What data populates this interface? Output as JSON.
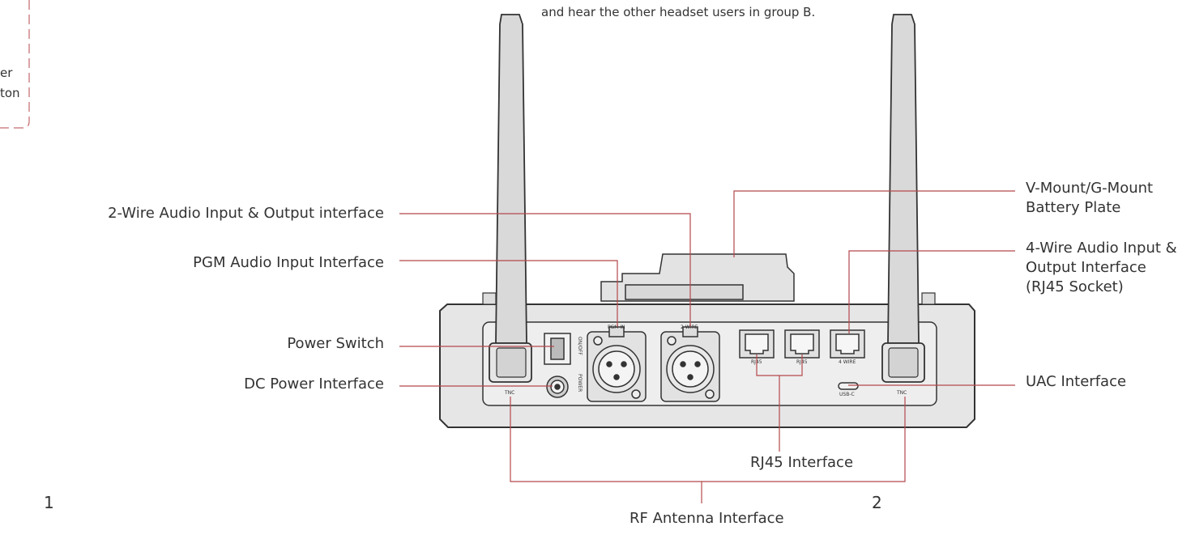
{
  "header": {
    "caption_line": "and hear the other headset users in group B.",
    "left_fragment_1": "er",
    "left_fragment_2": "ton"
  },
  "callouts": {
    "two_wire": "2-Wire Audio Input & Output interface",
    "pgm": "PGM Audio Input Interface",
    "power_switch": "Power Switch",
    "dc_power": "DC Power Interface",
    "battery_plate_1": "V-Mount/G-Mount",
    "battery_plate_2": "Battery Plate",
    "four_wire_1": "4-Wire Audio Input &",
    "four_wire_2": "Output Interface",
    "four_wire_3": "(RJ45 Socket)",
    "uac": "UAC Interface",
    "rj45": "RJ45 Interface",
    "rf_antenna": "RF Antenna Interface"
  },
  "device_labels": {
    "tnc_left": "TNC",
    "tnc_right": "TNC",
    "on_off": "ON/OFF",
    "power": "POWER",
    "pgm_in": "PGM IN",
    "two_wire": "2-WIRE",
    "rj45_a": "RJ45",
    "rj45_b": "RJ45",
    "four_wire": "4 WIRE",
    "usb_c": "USB-C"
  },
  "page_numbers": {
    "left": "1",
    "right": "2"
  },
  "colors": {
    "leader": "#b5484c",
    "outline": "#333333",
    "body_fill": "#e6e6e6",
    "panel_fill": "#eeeeee"
  }
}
